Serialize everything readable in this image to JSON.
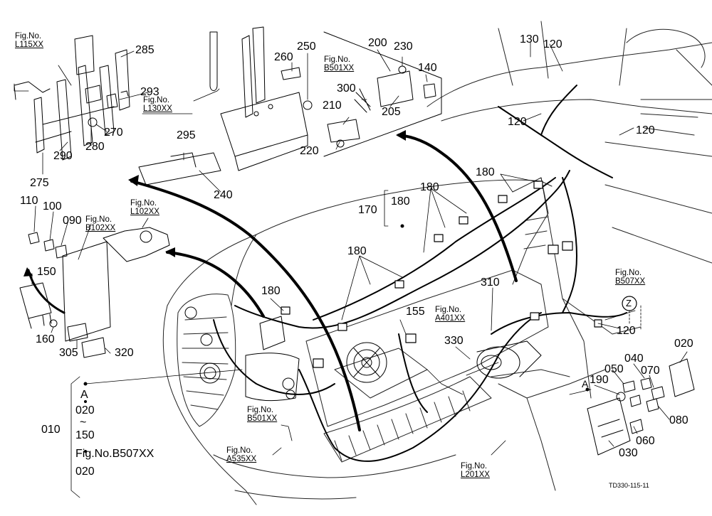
{
  "part_numbers": {
    "p285": "285",
    "p293": "293",
    "p270": "270",
    "p280": "280",
    "p290": "290",
    "p275": "275",
    "p260": "260",
    "p250": "250",
    "p295": "295",
    "p240": "240",
    "p200": "200",
    "p230": "230",
    "p140": "140",
    "p300": "300",
    "p205": "205",
    "p210": "210",
    "p220": "220",
    "p130": "130",
    "p120a": "120",
    "p120b": "120",
    "p120c": "120",
    "p120d": "120",
    "p110": "110",
    "p100": "100",
    "p090": "090",
    "p150": "150",
    "p160": "160",
    "p305": "305",
    "p320": "320",
    "p170": "170",
    "p180a": "180",
    "p180b": "180",
    "p180c": "180",
    "p180d": "180",
    "p180e": "180",
    "p310": "310",
    "p155": "155",
    "p330": "330",
    "p020": "020",
    "p050": "050",
    "p040": "040",
    "p070": "070",
    "p190": "190",
    "p080": "080",
    "p060": "060",
    "p030": "030"
  },
  "fig_refs": {
    "l115": {
      "prefix": "Fig.No.",
      "code": "L115XX"
    },
    "l130": {
      "prefix": "Fig.No.",
      "code": "L130XX"
    },
    "b501_top": {
      "prefix": "Fig.No.",
      "code": "B501XX"
    },
    "b102": {
      "prefix": "Fig.No.",
      "code": "B102XX"
    },
    "l102": {
      "prefix": "Fig.No.",
      "code": "L102XX"
    },
    "b507_right": {
      "prefix": "Fig.No.",
      "code": "B507XX"
    },
    "a401": {
      "prefix": "Fig.No.",
      "code": "A401XX"
    },
    "b501_bottom": {
      "prefix": "Fig.No.",
      "code": "B501XX"
    },
    "a535": {
      "prefix": "Fig.No.",
      "code": "A535XX"
    },
    "l201": {
      "prefix": "Fig.No.",
      "code": "L201XX"
    }
  },
  "group_010": {
    "number": "010",
    "marker_a": "A",
    "from": "020",
    "tilde": "~",
    "to": "150",
    "fig_ref": "Fig.No.B507XX",
    "last": "020"
  },
  "markers": {
    "a_marker": "A",
    "z_marker": "Z"
  },
  "drawing_code": "TD330-115-11"
}
